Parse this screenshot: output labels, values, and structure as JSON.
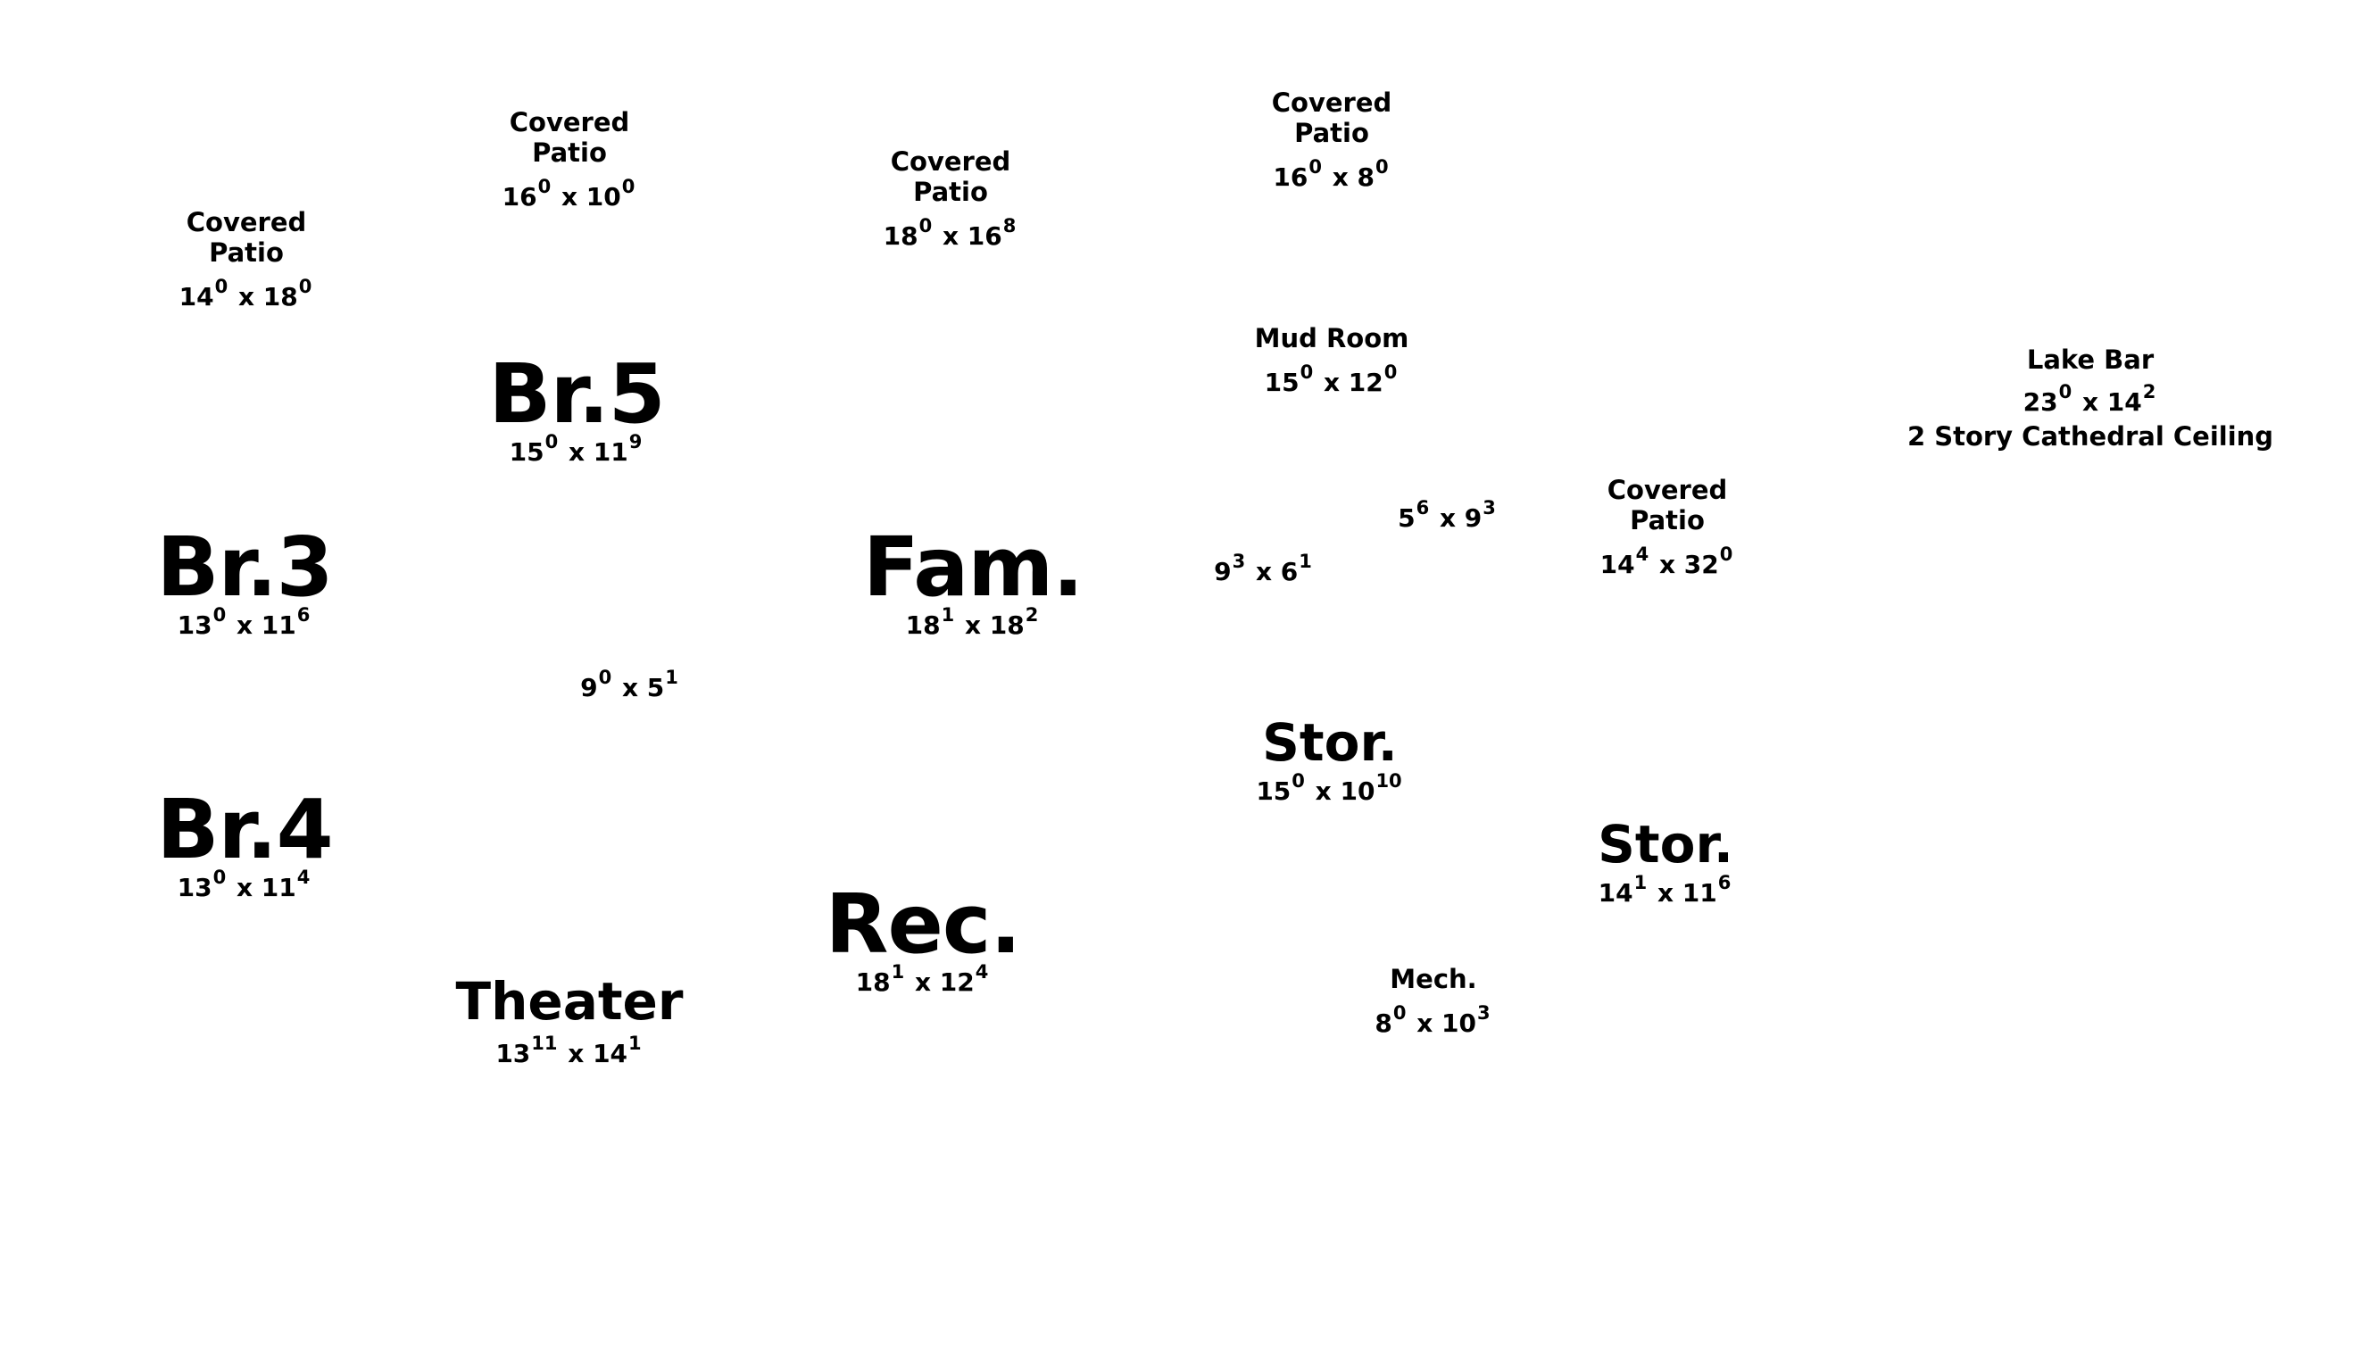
{
  "rooms": [
    {
      "label": "Covered\nPatio",
      "w": "14",
      "wi": "0",
      "h": "18",
      "hi": "0"
    },
    {
      "label": "Covered\nPatio",
      "w": "16",
      "wi": "0",
      "h": "10",
      "hi": "0"
    },
    {
      "label": "Covered\nPatio",
      "w": "18",
      "wi": "0",
      "h": "16",
      "hi": "8"
    },
    {
      "label": "Covered\nPatio",
      "w": "16",
      "wi": "0",
      "h": "8",
      "hi": "0"
    },
    {
      "label": "Mud Room",
      "w": "15",
      "wi": "0",
      "h": "12",
      "hi": "0"
    },
    {
      "label": "Lake Bar",
      "w": "23",
      "wi": "0",
      "h": "14",
      "hi": "2",
      "note": "2 Story Cathedral Ceiling"
    },
    {
      "label": "Br.5",
      "w": "15",
      "wi": "0",
      "h": "11",
      "hi": "9"
    },
    {
      "label": "Br.3",
      "w": "13",
      "wi": "0",
      "h": "11",
      "hi": "6"
    },
    {
      "label": "Fam.",
      "w": "18",
      "wi": "1",
      "h": "18",
      "hi": "2"
    },
    {
      "label": "",
      "w": "5",
      "wi": "6",
      "h": "9",
      "hi": "3"
    },
    {
      "label": "",
      "w": "9",
      "wi": "3",
      "h": "6",
      "hi": "1"
    },
    {
      "label": "Covered\nPatio",
      "w": "14",
      "wi": "4",
      "h": "32",
      "hi": "0"
    },
    {
      "label": "",
      "w": "9",
      "wi": "0",
      "h": "5",
      "hi": "1"
    },
    {
      "label": "Stor.",
      "w": "15",
      "wi": "0",
      "h": "10",
      "hi": "10"
    },
    {
      "label": "Br.4",
      "w": "13",
      "wi": "0",
      "h": "11",
      "hi": "4"
    },
    {
      "label": "Stor.",
      "w": "14",
      "wi": "1",
      "h": "11",
      "hi": "6"
    },
    {
      "label": "Rec.",
      "w": "18",
      "wi": "1",
      "h": "12",
      "hi": "4"
    },
    {
      "label": "Mech.",
      "w": "8",
      "wi": "0",
      "h": "10",
      "hi": "3"
    },
    {
      "label": "Theater",
      "w": "13",
      "wi": "11",
      "h": "14",
      "hi": "1"
    }
  ]
}
